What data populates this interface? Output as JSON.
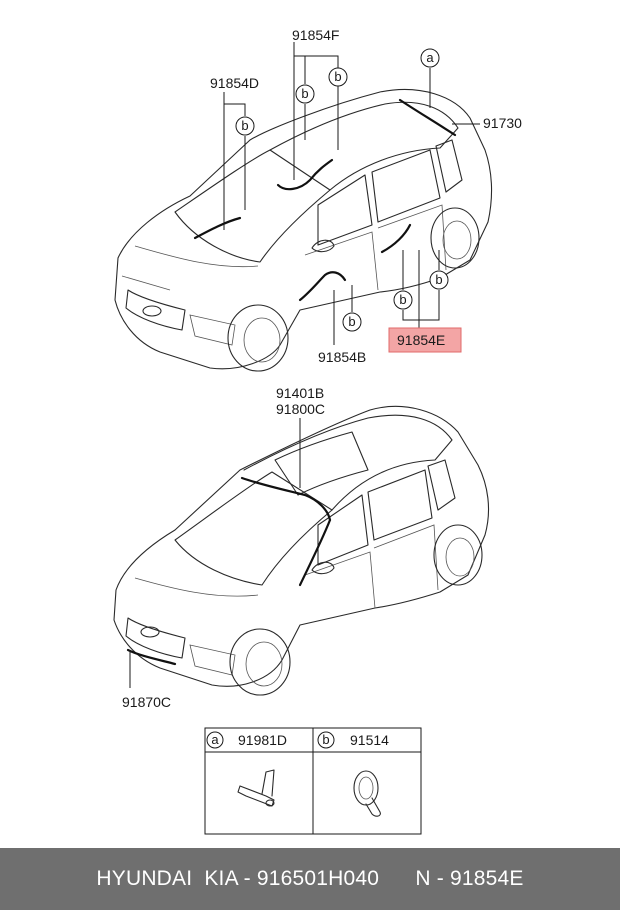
{
  "labels": {
    "p91854F": "91854F",
    "p91854D": "91854D",
    "p91730": "91730",
    "p91854E": "91854E",
    "p91854B": "91854B",
    "p91401B": "91401B",
    "p91800C": "91800C",
    "p91870C": "91870C"
  },
  "callouts": {
    "a": "a",
    "b": "b"
  },
  "legend": {
    "a_letter": "a",
    "a_part": "91981D",
    "b_letter": "b",
    "b_part": "91514"
  },
  "footer": {
    "text": "HYUNDAI  KIA - 916501H040      N - 91854E"
  },
  "colors": {
    "highlight_fill": "#f3a5a5",
    "footer_bg": "#6f6f6f"
  }
}
